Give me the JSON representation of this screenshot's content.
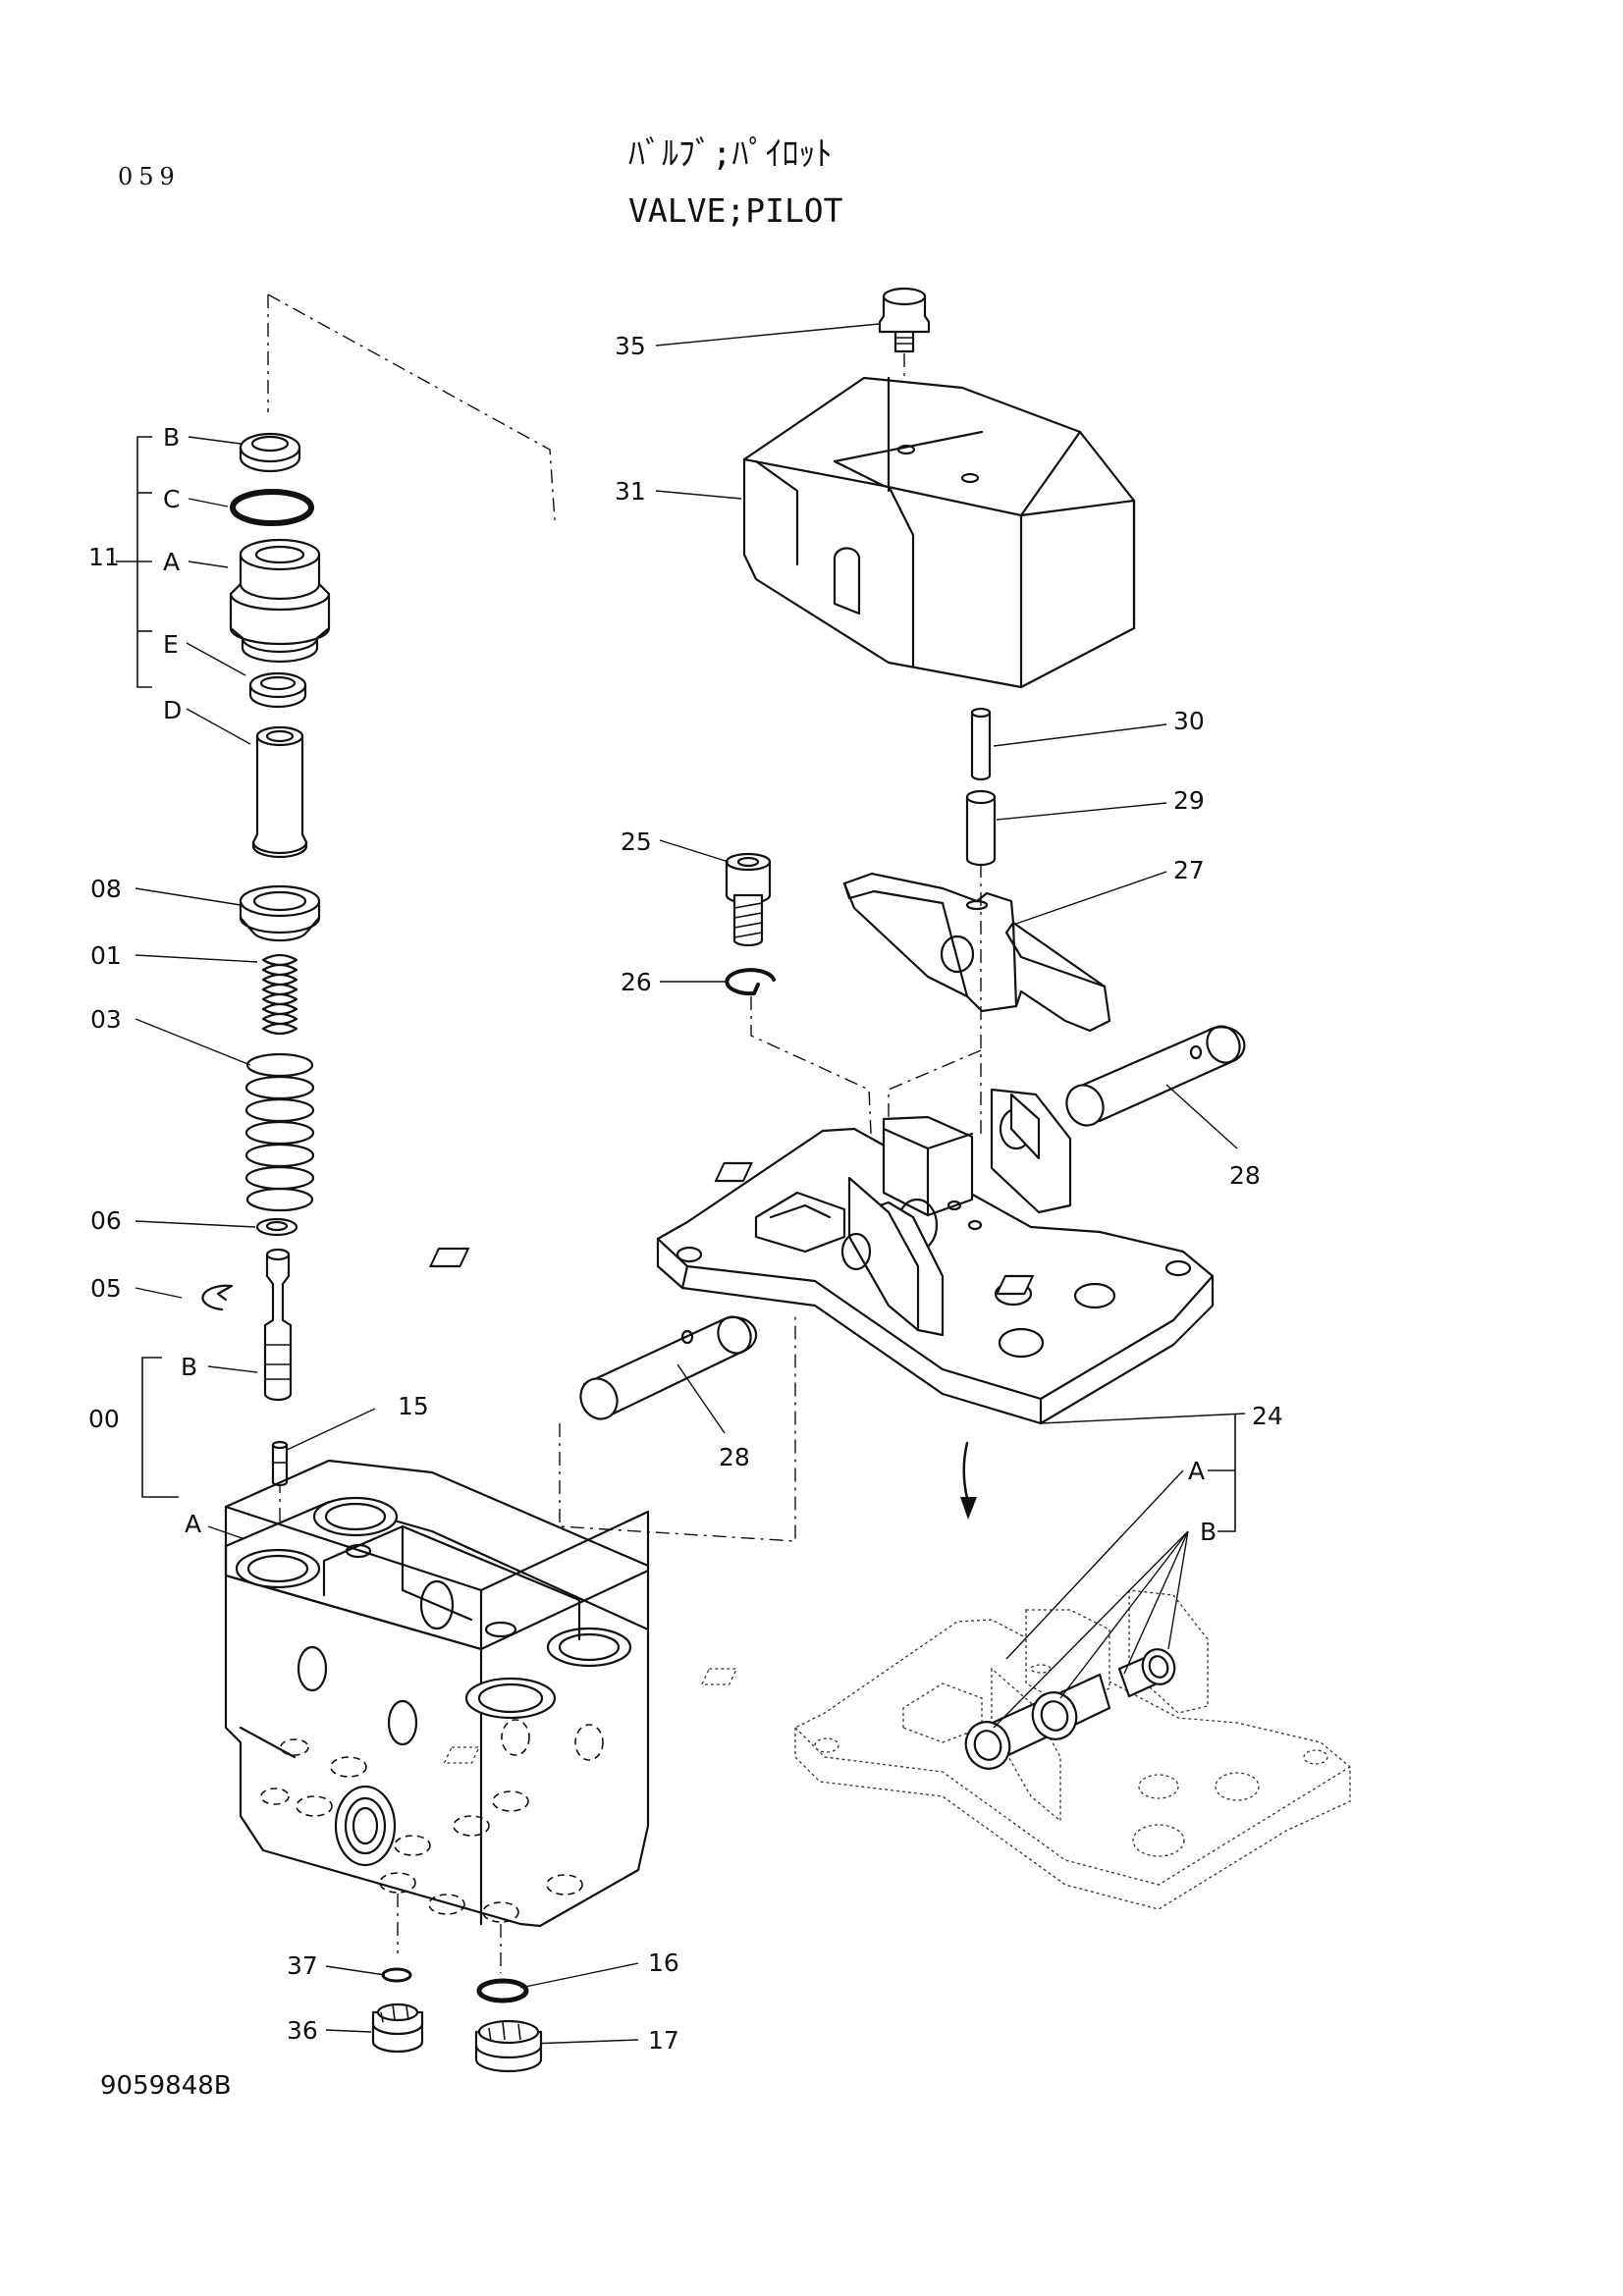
{
  "header": {
    "page_number": "059",
    "title_jp": "ﾊﾞﾙﾌﾞ;ﾊﾟｲﾛｯﾄ",
    "title_en": "VALVE;PILOT"
  },
  "drawing_number": "9059848B",
  "callouts": {
    "c11": "11",
    "c11_b": "B",
    "c11_c": "C",
    "c11_a": "A",
    "c11_e": "E",
    "c11_d": "D",
    "c08": "08",
    "c01": "01",
    "c03": "03",
    "c06": "06",
    "c05": "05",
    "c00": "00",
    "c00_b": "B",
    "c00_a": "A",
    "c15": "15",
    "c37": "37",
    "c36": "36",
    "c16": "16",
    "c17": "17",
    "c35": "35",
    "c31": "31",
    "c30": "30",
    "c29": "29",
    "c27": "27",
    "c25": "25",
    "c26": "26",
    "c28_right": "28",
    "c28_left": "28",
    "c24": "24",
    "c24_a": "A",
    "c24_b": "B"
  }
}
